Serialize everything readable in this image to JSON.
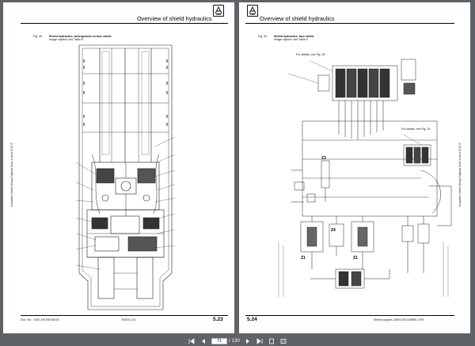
{
  "left_page": {
    "header": "Overview of shield hydraulics",
    "figure_number": "Fig. 30:",
    "figure_title": "Shield hydraulics, arrangement on face shield",
    "figure_caption": "Image caption: see Table 8",
    "side_text": "Complete Shield Wiring Diagram Doku Linkim 2012 ©",
    "doc_no": "Doc. No.: 7420 249 000 BA 00",
    "doc_rev": "E0/DU | 01",
    "page_number": "5.23"
  },
  "right_page": {
    "header": "Overview of shield hydraulics",
    "figure_number": "Fig. 31:",
    "figure_title": "Shield hydraulics, face shield",
    "figure_caption": "Image caption: see Table 9",
    "callout_1": "For details, see Fig. 33",
    "callout_2": "For details, see Fig. 34",
    "z_labels": [
      "Z3",
      "Z4",
      "Z1",
      "Z1"
    ],
    "side_text": "Complete Shield Wiring Diagram Doku Linkim 2012 ©",
    "footer_right": "Shield support 1250/2740-D0/B00-1790",
    "page_number": "5.24"
  },
  "toolbar": {
    "current_page": "71",
    "page_separator": "/",
    "total_pages": "130"
  },
  "icons": [
    "first-page-icon",
    "prev-page-icon",
    "next-page-icon",
    "last-page-icon",
    "fit-page-icon",
    "fit-width-icon"
  ]
}
